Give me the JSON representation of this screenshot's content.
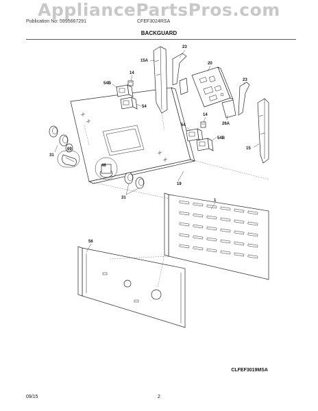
{
  "header": {
    "watermark": "AppliancePartsPros.com",
    "publication": "Publication No: 5995667291",
    "model": "CFEF3024RSA",
    "section_title": "BACKGUARD"
  },
  "callouts": {
    "c23a": "23",
    "c15a": "15A",
    "c20": "20",
    "c14a": "14",
    "c54b_top": "54B",
    "c54_top": "54",
    "c23b": "23",
    "c26a": "26A",
    "c14b": "14",
    "c54_mid": "54",
    "c54b_mid": "54B",
    "c15": "15",
    "c31_left": "31",
    "c69": "69",
    "c46": "46",
    "c19": "19",
    "c31_bottom": "31",
    "c1": "1",
    "c56": "56"
  },
  "footer": {
    "drawing_code": "CLFEF3019MSA",
    "date": "09/15",
    "page_number": "2"
  }
}
